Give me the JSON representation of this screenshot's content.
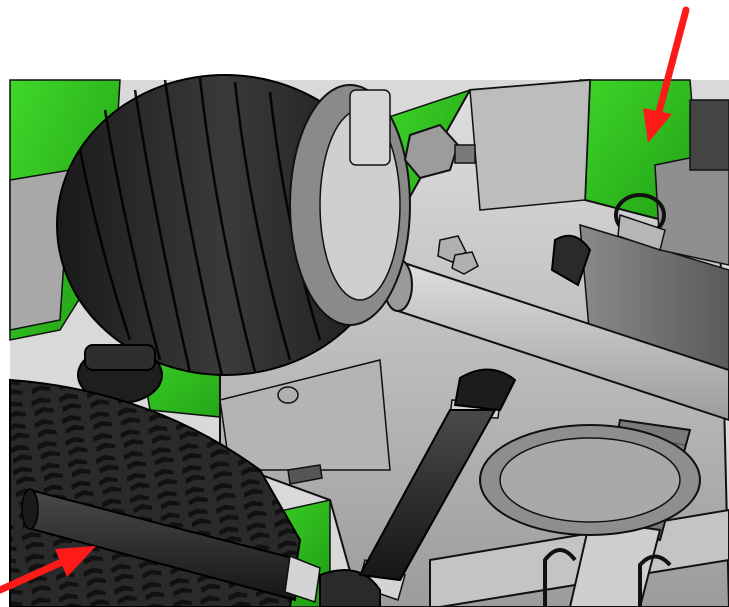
{
  "figure": {
    "description_visible_text": "",
    "colors": {
      "background": "#ffffff",
      "body_green": "#2fc21b",
      "body_green_dark": "#1e8f10",
      "steel_light": "#c9c9c9",
      "steel_mid": "#9a9a9a",
      "steel_dark": "#5d5d5d",
      "rubber": "#2b2b2b",
      "rubber_dark": "#151515",
      "outline": "#111111",
      "callout_arrow": "#ff1a1a"
    },
    "callouts": [
      {
        "name": "arrow-top-right",
        "points_to": "hose-clamp-fitting"
      },
      {
        "name": "arrow-bottom-left",
        "points_to": "lower-hose"
      }
    ]
  }
}
